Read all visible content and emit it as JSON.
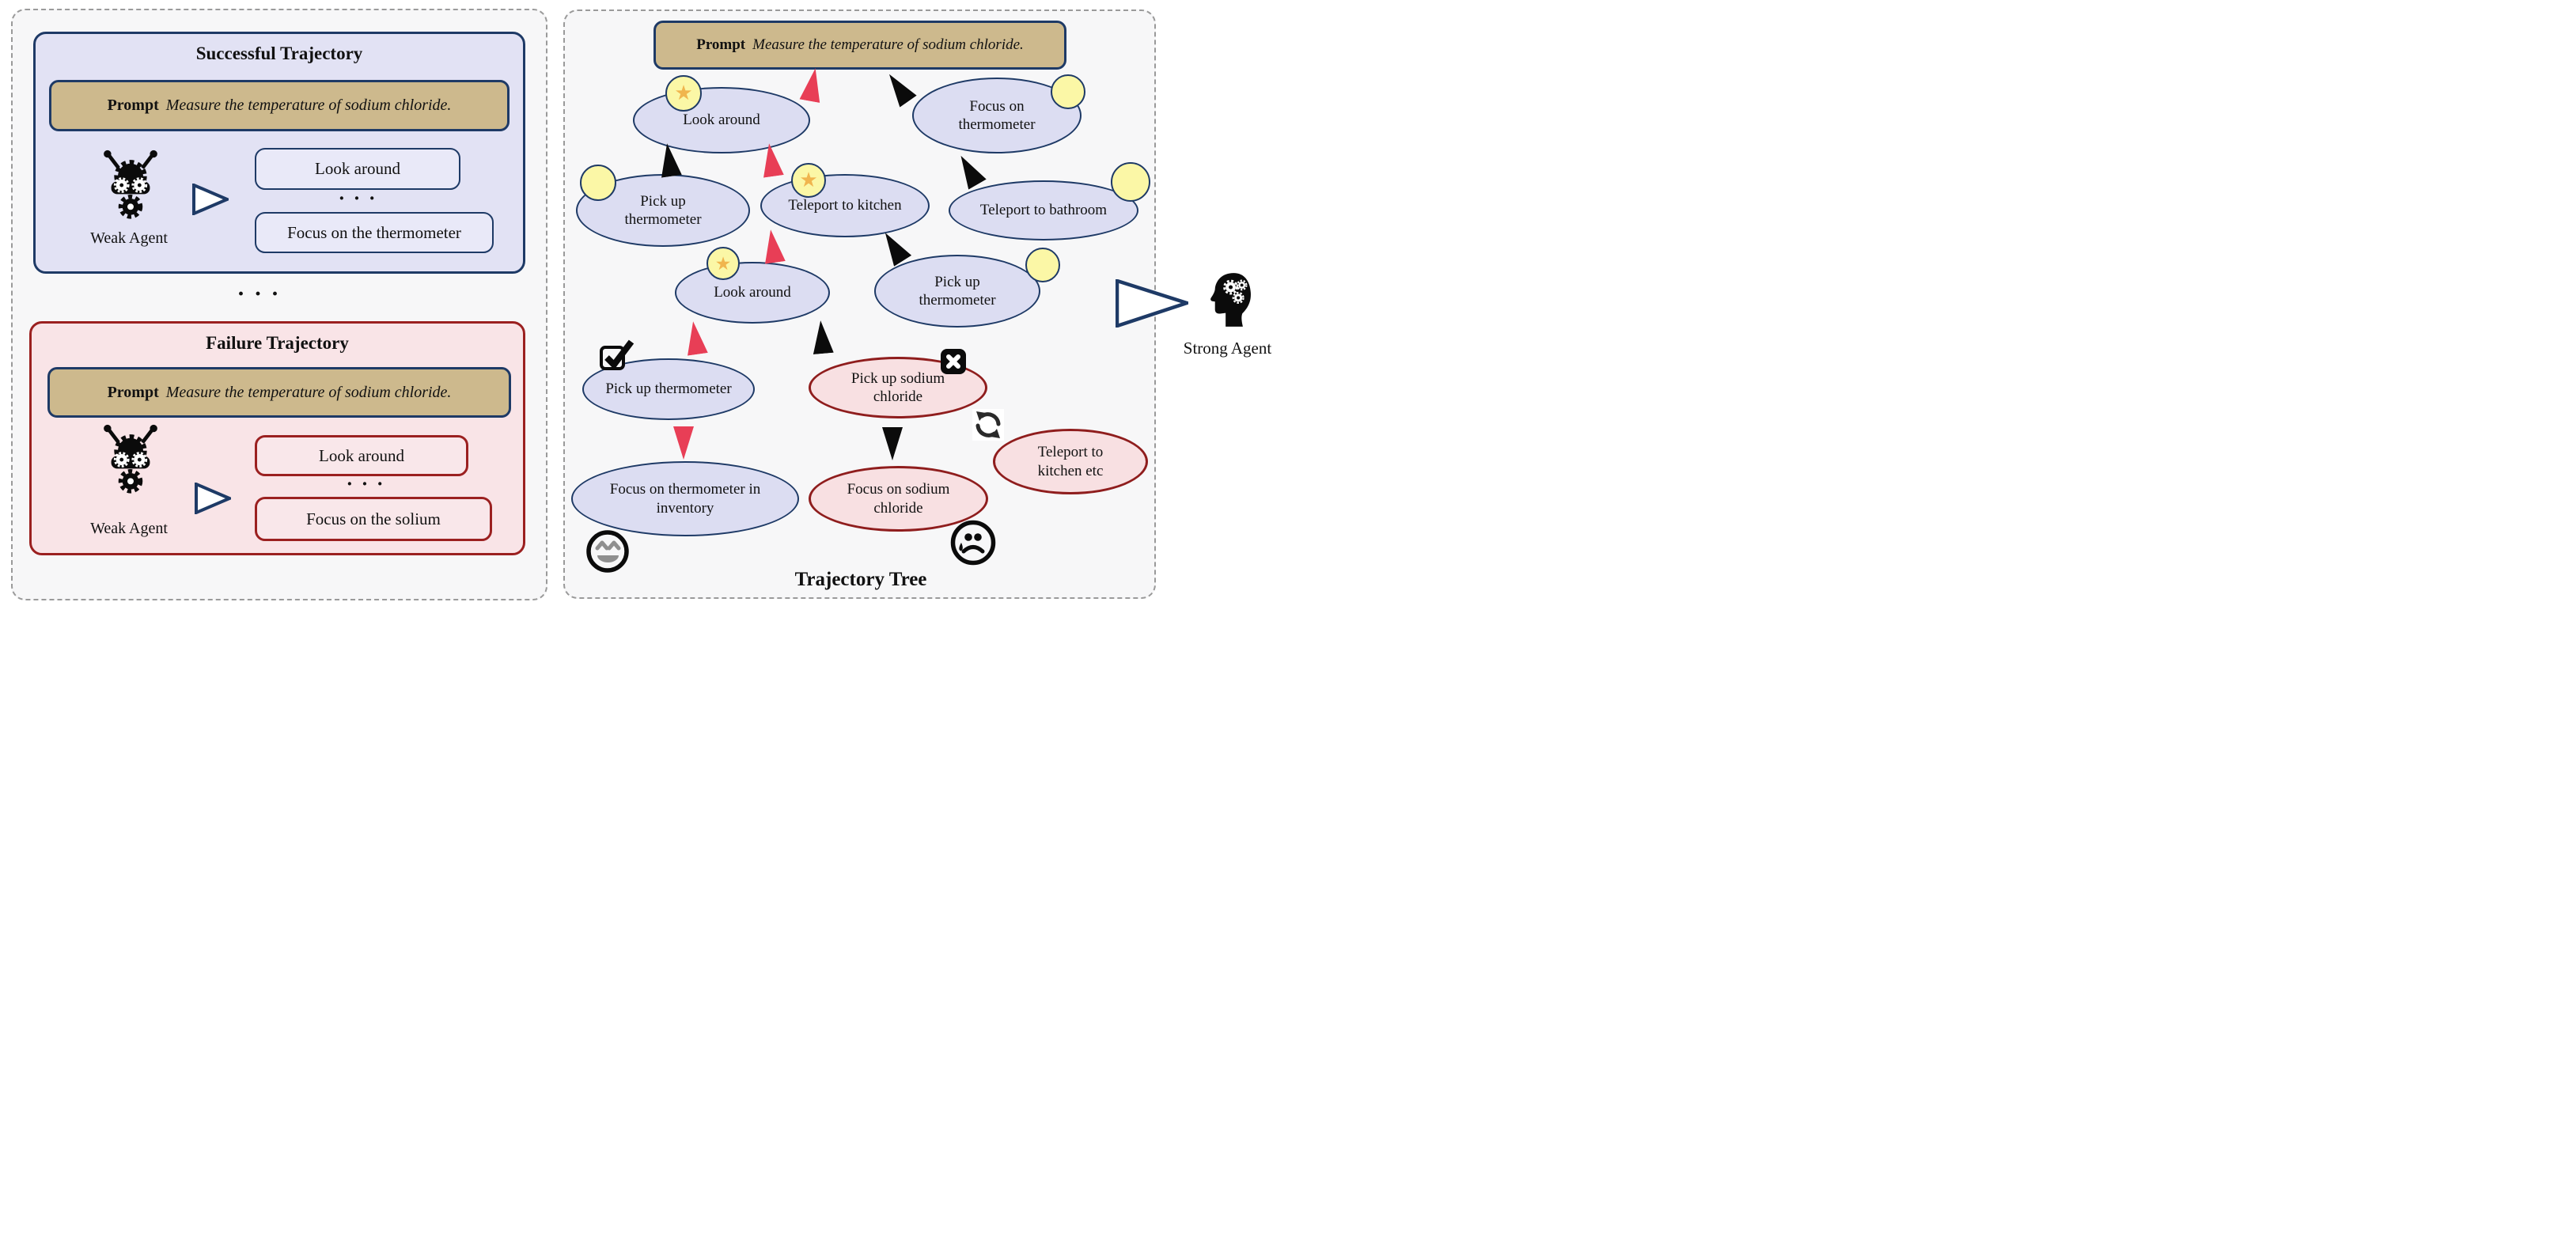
{
  "colors": {
    "navy_border": "#1e3a66",
    "dark_red_border": "#9b2020",
    "red_arrow": "#e83e56",
    "black_arrow": "#0b0b0b",
    "prompt_tan": "#cdb98d",
    "lavender_panel": "#e2e2f4",
    "lavender_node": "#dcddf2",
    "pink_panel": "#f9e4e7",
    "pink_node": "#f8e0e2",
    "badge_yellow": "#fbf7a6",
    "star_gold": "#f0b54e",
    "panel_background": "#f7f7f8"
  },
  "icons": {
    "weak_agent": "robot-gears-icon",
    "strong_agent": "head-with-gears-icon",
    "play": "hollow-play-triangle-icon",
    "star_badge": "★",
    "reward_badge": "yellow-circle",
    "success_check": "checkbox-checkmark-icon",
    "failure_cross": "black-square-x-icon",
    "retry": "refresh-cycle-icon",
    "happy": "laughing-face-icon",
    "sad": "crying-face-icon"
  },
  "left_panel": {
    "success": {
      "title": "Successful Trajectory",
      "prompt_label": "Prompt",
      "prompt_text": "Measure the temperature of sodium chloride.",
      "agent_label": "Weak Agent",
      "step1": "Look around",
      "dots": "· · ·",
      "step2": "Focus on the thermometer"
    },
    "separator_dots": "· · ·",
    "failure": {
      "title": "Failure Trajectory",
      "prompt_label": "Prompt",
      "prompt_text": "Measure the temperature of sodium chloride.",
      "agent_label": "Weak Agent",
      "step1": "Look around",
      "dots": "· · ·",
      "step2": "Focus on the solium"
    }
  },
  "right_panel": {
    "prompt_label": "Prompt",
    "prompt_text": "Measure the temperature of sodium chloride.",
    "tree_title": "Trajectory Tree",
    "strong_agent_label": "Strong Agent",
    "nodes": [
      {
        "id": "look-around-1",
        "label": "Look around"
      },
      {
        "id": "focus-thermometer",
        "label": "Focus on thermometer"
      },
      {
        "id": "pick-up-thermometer-a",
        "label": "Pick up thermometer"
      },
      {
        "id": "teleport-to-kitchen",
        "label": "Teleport to kitchen"
      },
      {
        "id": "teleport-to-bathroom",
        "label": "Teleport to bathroom"
      },
      {
        "id": "look-around-2",
        "label": "Look around"
      },
      {
        "id": "pick-up-thermometer-b",
        "label": "Pick up thermometer"
      },
      {
        "id": "pick-up-thermometer-c",
        "label": "Pick up thermometer"
      },
      {
        "id": "pick-up-sodium-chloride",
        "label": "Pick up sodium chloride"
      },
      {
        "id": "teleport-to-kitchen-etc",
        "label": "Teleport to kitchen etc"
      },
      {
        "id": "focus-on-thermometer-in-inventory",
        "label": "Focus on thermometer in inventory"
      },
      {
        "id": "focus-on-sodium-chloride",
        "label": "Focus on sodium chloride"
      }
    ]
  }
}
